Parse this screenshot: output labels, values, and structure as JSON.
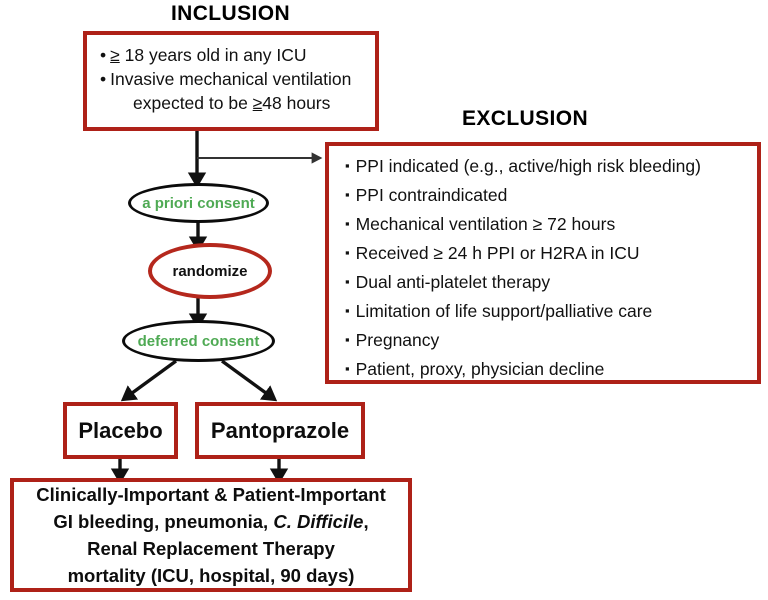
{
  "palette": {
    "box_border_red": "#ae2118",
    "oval_red": "#b5281d",
    "consent_green": "#4faa54",
    "text_black": "#111111",
    "background": "#ffffff"
  },
  "headings": {
    "inclusion": "INCLUSION",
    "exclusion": "EXCLUSION"
  },
  "inclusion_box": {
    "criteria": [
      {
        "bullet": "•",
        "prefix": "≥",
        "text": " 18 years old in any ICU"
      },
      {
        "bullet": "•",
        "prefix": "",
        "text": "Invasive mechanical ventilation"
      },
      {
        "bullet": "",
        "prefix": "",
        "text": "expected to be ≥48 hours"
      }
    ],
    "line1_pre": "",
    "line1_underline": "≥",
    "line1_post": " 18 years old in any ICU",
    "line2": "Invasive mechanical ventilation",
    "line3_pre": "expected to be ",
    "line3_underline": "≥",
    "line3_post": "48 hours"
  },
  "exclusion_box": {
    "bullet_glyph": "▪",
    "criteria": [
      "PPI indicated (e.g., active/high risk bleeding)",
      "PPI contraindicated",
      "Mechanical ventilation ≥ 72 hours",
      "Received ≥ 24 h PPI or H2RA in ICU",
      "Dual anti-platelet therapy",
      "Limitation of life support/palliative care",
      "Pregnancy",
      "Patient, proxy, physician decline"
    ]
  },
  "flow": {
    "a_priori_consent": "a priori consent",
    "randomize": "randomize",
    "deferred_consent": "deferred consent"
  },
  "arms": {
    "placebo": "Placebo",
    "pantoprazole": "Pantoprazole"
  },
  "outcome_box": {
    "line1": "Clinically-Important & Patient-Important",
    "line2_pre": "GI bleeding, pneumonia, ",
    "line2_italic": "C. Difficile",
    "line2_post": ",",
    "line3": "Renal Replacement Therapy",
    "line4": "mortality (ICU, hospital, 90 days)"
  }
}
